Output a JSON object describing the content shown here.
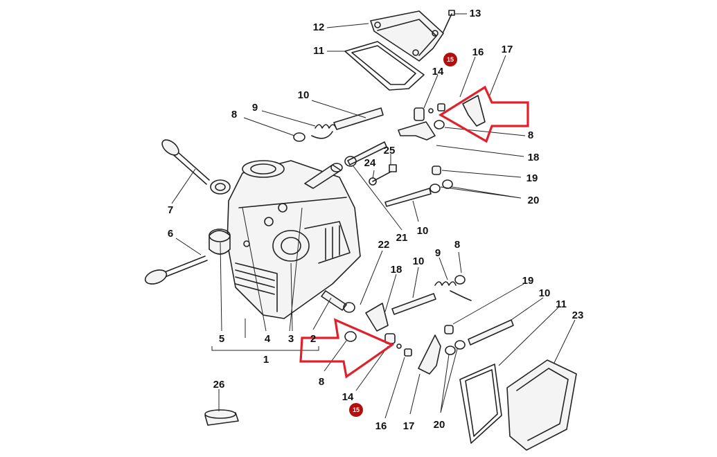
{
  "diagram": {
    "callouts": [
      "13",
      "12",
      "11",
      "16",
      "17",
      "14",
      "10",
      "9",
      "8",
      "8",
      "25",
      "18",
      "24",
      "19",
      "7",
      "20",
      "10",
      "21",
      "6",
      "22",
      "8",
      "9",
      "18",
      "10",
      "19",
      "10",
      "11",
      "23",
      "5",
      "4",
      "3",
      "2",
      "1",
      "8",
      "14",
      "16",
      "17",
      "20",
      "26"
    ],
    "badges": [
      "15",
      "15"
    ],
    "colors": {
      "badge": "#b40f0f",
      "highlight_arrow": "#e0202a",
      "ink": "#222222"
    }
  }
}
